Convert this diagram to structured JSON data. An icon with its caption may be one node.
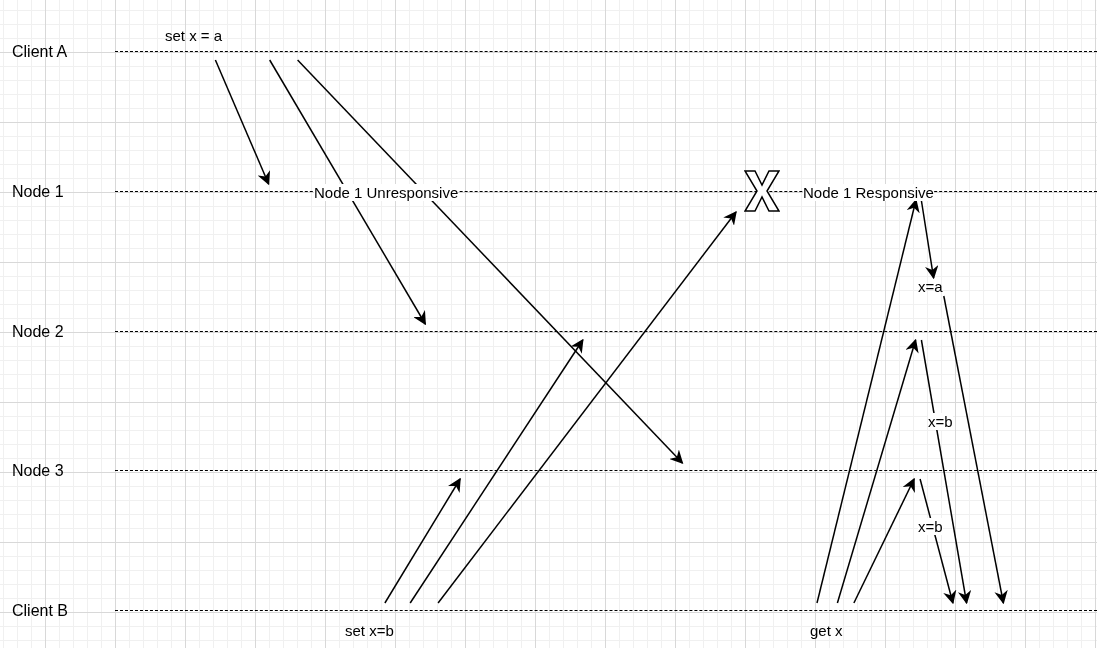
{
  "diagram": {
    "nodes": [
      {
        "text": [
          "Client A"
        ]
      },
      {
        "text": [
          "Node 1"
        ]
      },
      {
        "text": [
          "Node 2"
        ]
      },
      {
        "text": [
          "Node 3"
        ]
      },
      {
        "text": [
          "Client B"
        ]
      },
      {
        "text": [],
        "shape": "cross"
      },
      {
        "text": [
          "x=a"
        ]
      }
    ],
    "edges": [
      {
        "from": 0,
        "to": 1,
        "arrow": "to"
      },
      {
        "from": 0,
        "to": 2,
        "arrow": "to"
      },
      {
        "from": 0,
        "to": 3,
        "arrow": "to"
      },
      {
        "from": 4,
        "to": 3,
        "arrow": "to"
      },
      {
        "from": 4,
        "to": 2,
        "arrow": "to"
      },
      {
        "from": 4,
        "to": 5,
        "arrow": "to"
      },
      {
        "from": 4,
        "to": 1,
        "arrow": "to"
      },
      {
        "from": 4,
        "to": 2,
        "arrow": "to"
      },
      {
        "from": 4,
        "to": 3,
        "arrow": "to"
      },
      {
        "from": 1,
        "to": 6,
        "arrow": "to"
      },
      {
        "from": 6,
        "to": 4,
        "arrow": "to"
      },
      {
        "from": 2,
        "to": 4,
        "label": "x=b",
        "arrow": "to"
      },
      {
        "from": 3,
        "to": 4,
        "label": "x=b",
        "arrow": "to"
      }
    ],
    "labels": [
      "set x = a",
      "Node 1 Unresponsive",
      "Node 1 Responsive",
      "set x=b",
      "get x"
    ]
  }
}
